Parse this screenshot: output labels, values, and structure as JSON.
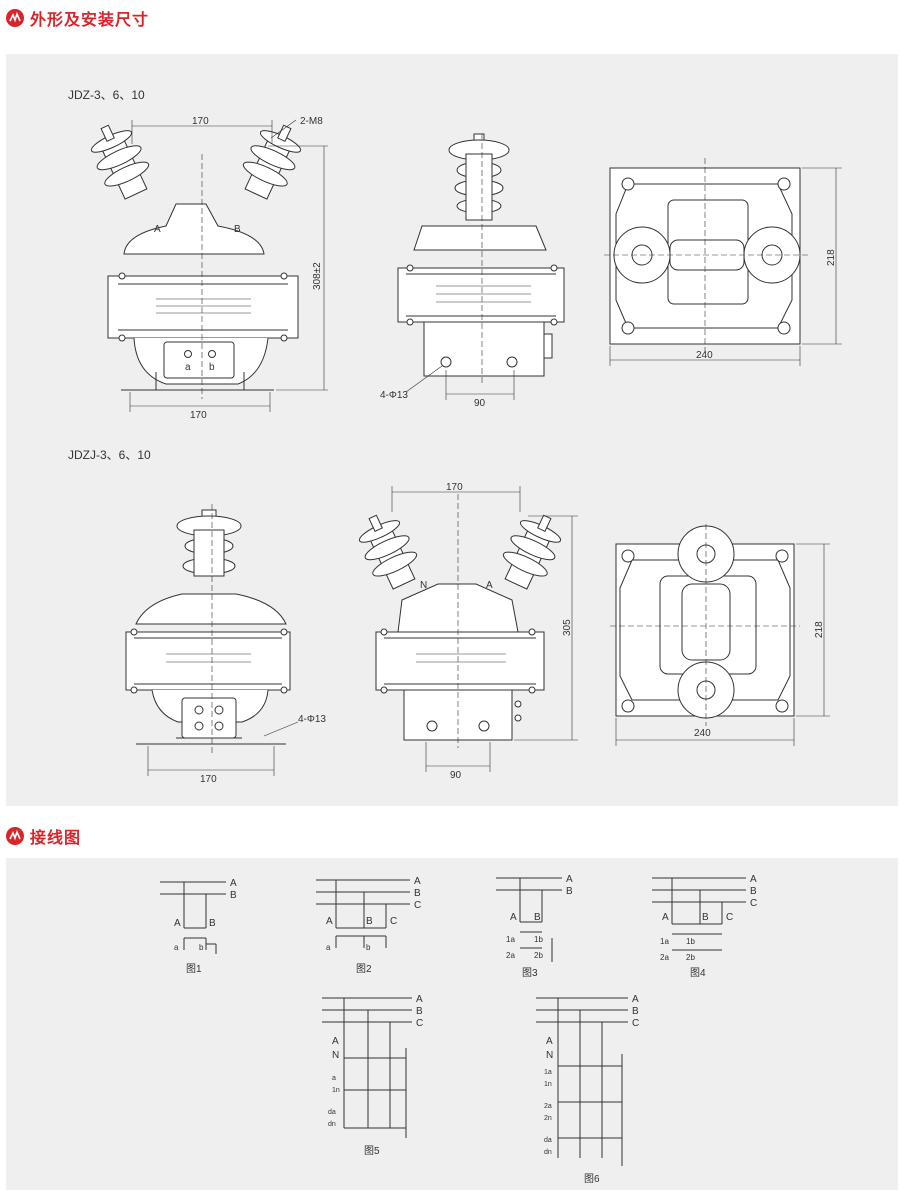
{
  "sections": {
    "dimensions_title": "外形及安装尺寸",
    "wiring_title": "接线图"
  },
  "models": {
    "jdz": "JDZ-3、6、10",
    "jdzj": "JDZJ-3、6、10"
  },
  "dims": {
    "jdz_front_top": "170",
    "jdz_front_bottom": "170",
    "jdz_bolt": "2-M8",
    "jdz_height": "308±2",
    "jdz_terminal_a": "A",
    "jdz_terminal_b": "B",
    "jdz_sec_a": "a",
    "jdz_sec_b": "b",
    "jdz_side_hole": "4-Φ13",
    "jdz_side_90": "90",
    "jdz_top_218": "218",
    "jdz_top_240": "240",
    "jdzj_front_hole": "4-Φ13",
    "jdzj_front_170": "170",
    "jdzj_side_170": "170",
    "jdzj_side_305": "305",
    "jdzj_side_90": "90",
    "jdzj_side_n": "N",
    "jdzj_side_a": "A",
    "jdzj_top_218": "218",
    "jdzj_top_240": "240"
  },
  "wiring": {
    "bus_a": "A",
    "bus_b": "B",
    "bus_c": "C",
    "term_A": "A",
    "term_B": "B",
    "term_C": "C",
    "term_N": "N",
    "term_a": "a",
    "term_b": "b",
    "term_1a": "1a",
    "term_1b": "1b",
    "term_1n": "1n",
    "term_2a": "2a",
    "term_2b": "2b",
    "term_2n": "2n",
    "term_da": "da",
    "term_dn": "dn",
    "figures": [
      "图1",
      "图2",
      "图3",
      "图4",
      "图5",
      "图6"
    ]
  },
  "colors": {
    "accent": "#d9252a",
    "panel": "#efefef",
    "line": "#333333"
  }
}
